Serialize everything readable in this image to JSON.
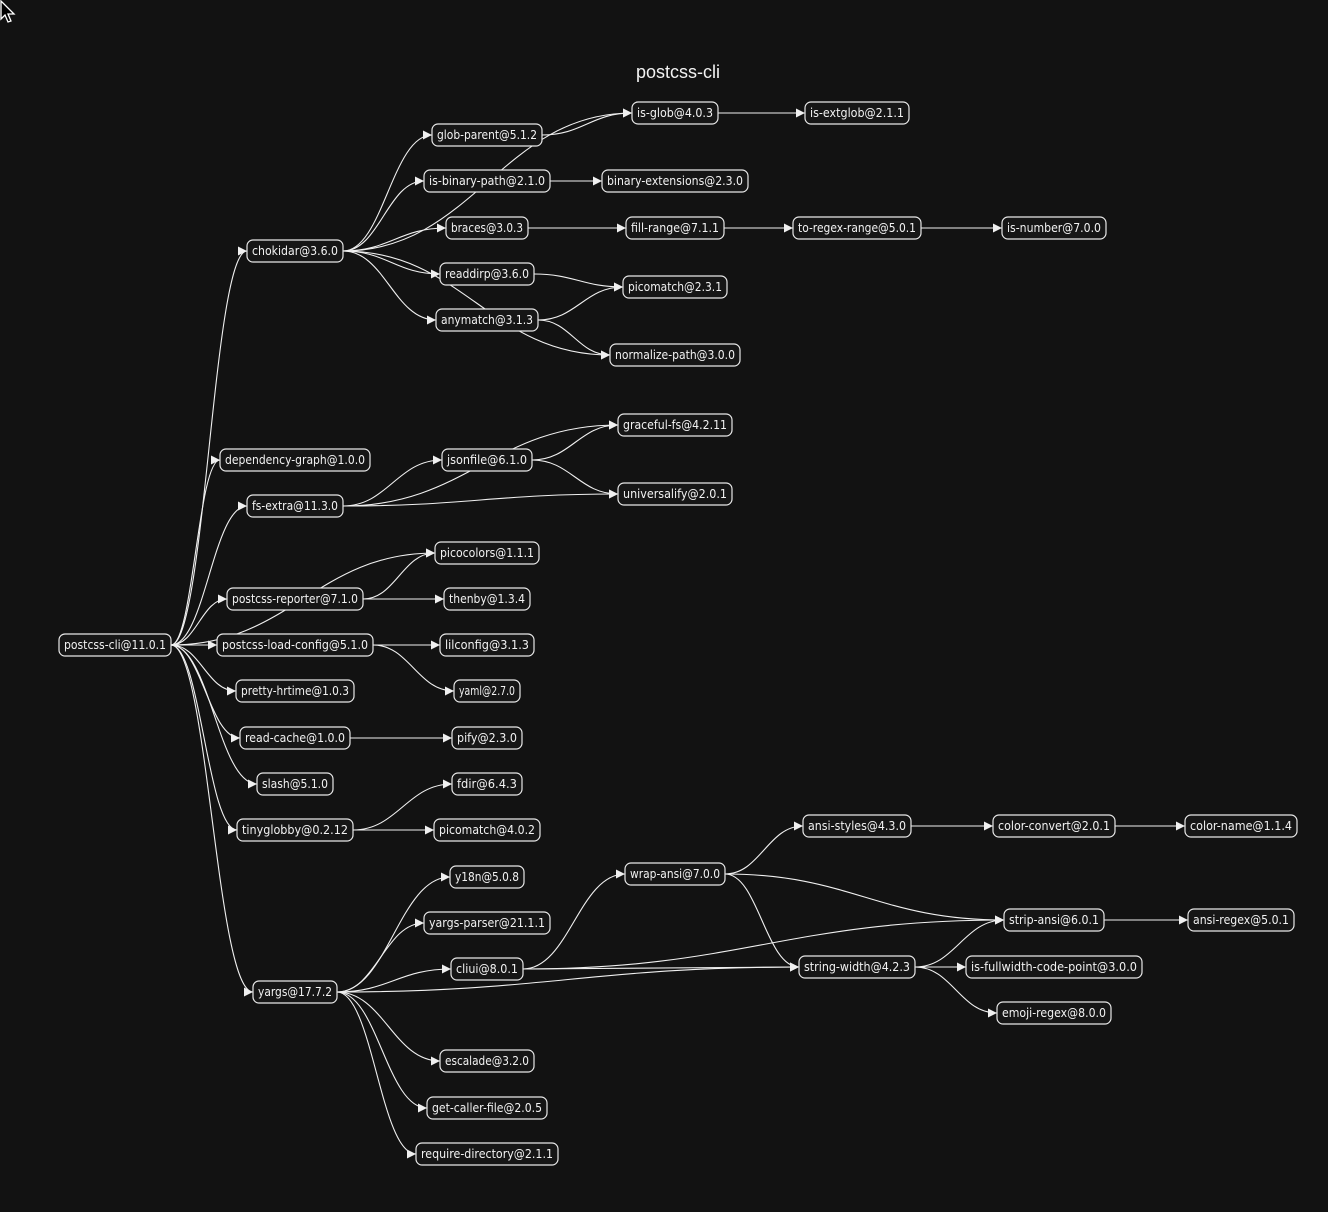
{
  "graph": {
    "title": "postcss-cli",
    "nodes": [
      {
        "id": "postcss-cli",
        "label": "postcss-cli@11.0.1"
      },
      {
        "id": "chokidar",
        "label": "chokidar@3.6.0"
      },
      {
        "id": "glob-parent",
        "label": "glob-parent@5.1.2"
      },
      {
        "id": "is-glob",
        "label": "is-glob@4.0.3"
      },
      {
        "id": "is-extglob",
        "label": "is-extglob@2.1.1"
      },
      {
        "id": "is-binary-path",
        "label": "is-binary-path@2.1.0"
      },
      {
        "id": "binary-extensions",
        "label": "binary-extensions@2.3.0"
      },
      {
        "id": "braces",
        "label": "braces@3.0.3"
      },
      {
        "id": "fill-range",
        "label": "fill-range@7.1.1"
      },
      {
        "id": "to-regex-range",
        "label": "to-regex-range@5.0.1"
      },
      {
        "id": "is-number",
        "label": "is-number@7.0.0"
      },
      {
        "id": "readdirp",
        "label": "readdirp@3.6.0"
      },
      {
        "id": "picomatch-231",
        "label": "picomatch@2.3.1"
      },
      {
        "id": "anymatch",
        "label": "anymatch@3.1.3"
      },
      {
        "id": "normalize-path",
        "label": "normalize-path@3.0.0"
      },
      {
        "id": "graceful-fs",
        "label": "graceful-fs@4.2.11"
      },
      {
        "id": "dependency-graph",
        "label": "dependency-graph@1.0.0"
      },
      {
        "id": "jsonfile",
        "label": "jsonfile@6.1.0"
      },
      {
        "id": "fs-extra",
        "label": "fs-extra@11.3.0"
      },
      {
        "id": "universalify",
        "label": "universalify@2.0.1"
      },
      {
        "id": "picocolors",
        "label": "picocolors@1.1.1"
      },
      {
        "id": "postcss-reporter",
        "label": "postcss-reporter@7.1.0"
      },
      {
        "id": "thenby",
        "label": "thenby@1.3.4"
      },
      {
        "id": "postcss-load-config",
        "label": "postcss-load-config@5.1.0"
      },
      {
        "id": "lilconfig",
        "label": "lilconfig@3.1.3"
      },
      {
        "id": "pretty-hrtime",
        "label": "pretty-hrtime@1.0.3"
      },
      {
        "id": "yaml",
        "label": "yaml@2.7.0"
      },
      {
        "id": "read-cache",
        "label": "read-cache@1.0.0"
      },
      {
        "id": "pify",
        "label": "pify@2.3.0"
      },
      {
        "id": "slash",
        "label": "slash@5.1.0"
      },
      {
        "id": "fdir",
        "label": "fdir@6.4.3"
      },
      {
        "id": "tinyglobby",
        "label": "tinyglobby@0.2.12"
      },
      {
        "id": "picomatch-402",
        "label": "picomatch@4.0.2"
      },
      {
        "id": "ansi-styles",
        "label": "ansi-styles@4.3.0"
      },
      {
        "id": "color-convert",
        "label": "color-convert@2.0.1"
      },
      {
        "id": "color-name",
        "label": "color-name@1.1.4"
      },
      {
        "id": "wrap-ansi",
        "label": "wrap-ansi@7.0.0"
      },
      {
        "id": "y18n",
        "label": "y18n@5.0.8"
      },
      {
        "id": "yargs-parser",
        "label": "yargs-parser@21.1.1"
      },
      {
        "id": "strip-ansi",
        "label": "strip-ansi@6.0.1"
      },
      {
        "id": "ansi-regex",
        "label": "ansi-regex@5.0.1"
      },
      {
        "id": "cliui",
        "label": "cliui@8.0.1"
      },
      {
        "id": "string-width",
        "label": "string-width@4.2.3"
      },
      {
        "id": "is-fullwidth-code-point",
        "label": "is-fullwidth-code-point@3.0.0"
      },
      {
        "id": "yargs",
        "label": "yargs@17.7.2"
      },
      {
        "id": "emoji-regex",
        "label": "emoji-regex@8.0.0"
      },
      {
        "id": "escalade",
        "label": "escalade@3.2.0"
      },
      {
        "id": "get-caller-file",
        "label": "get-caller-file@2.0.5"
      },
      {
        "id": "require-directory",
        "label": "require-directory@2.1.1"
      }
    ],
    "edges": [
      [
        "postcss-cli",
        "chokidar"
      ],
      [
        "postcss-cli",
        "dependency-graph"
      ],
      [
        "postcss-cli",
        "fs-extra"
      ],
      [
        "postcss-cli",
        "picocolors"
      ],
      [
        "postcss-cli",
        "postcss-reporter"
      ],
      [
        "postcss-cli",
        "postcss-load-config"
      ],
      [
        "postcss-cli",
        "pretty-hrtime"
      ],
      [
        "postcss-cli",
        "read-cache"
      ],
      [
        "postcss-cli",
        "slash"
      ],
      [
        "postcss-cli",
        "tinyglobby"
      ],
      [
        "postcss-cli",
        "yargs"
      ],
      [
        "chokidar",
        "is-glob"
      ],
      [
        "chokidar",
        "glob-parent"
      ],
      [
        "chokidar",
        "is-binary-path"
      ],
      [
        "chokidar",
        "braces"
      ],
      [
        "chokidar",
        "readdirp"
      ],
      [
        "chokidar",
        "anymatch"
      ],
      [
        "chokidar",
        "normalize-path"
      ],
      [
        "glob-parent",
        "is-glob"
      ],
      [
        "is-glob",
        "is-extglob"
      ],
      [
        "is-binary-path",
        "binary-extensions"
      ],
      [
        "braces",
        "fill-range"
      ],
      [
        "fill-range",
        "to-regex-range"
      ],
      [
        "to-regex-range",
        "is-number"
      ],
      [
        "readdirp",
        "picomatch-231"
      ],
      [
        "anymatch",
        "picomatch-231"
      ],
      [
        "anymatch",
        "normalize-path"
      ],
      [
        "fs-extra",
        "graceful-fs"
      ],
      [
        "fs-extra",
        "jsonfile"
      ],
      [
        "fs-extra",
        "universalify"
      ],
      [
        "jsonfile",
        "graceful-fs"
      ],
      [
        "jsonfile",
        "universalify"
      ],
      [
        "postcss-reporter",
        "picocolors"
      ],
      [
        "postcss-reporter",
        "thenby"
      ],
      [
        "postcss-load-config",
        "lilconfig"
      ],
      [
        "postcss-load-config",
        "yaml"
      ],
      [
        "read-cache",
        "pify"
      ],
      [
        "tinyglobby",
        "fdir"
      ],
      [
        "tinyglobby",
        "picomatch-402"
      ],
      [
        "yargs",
        "y18n"
      ],
      [
        "yargs",
        "yargs-parser"
      ],
      [
        "yargs",
        "cliui"
      ],
      [
        "yargs",
        "string-width"
      ],
      [
        "yargs",
        "escalade"
      ],
      [
        "yargs",
        "get-caller-file"
      ],
      [
        "yargs",
        "require-directory"
      ],
      [
        "cliui",
        "wrap-ansi"
      ],
      [
        "cliui",
        "strip-ansi"
      ],
      [
        "cliui",
        "string-width"
      ],
      [
        "wrap-ansi",
        "ansi-styles"
      ],
      [
        "wrap-ansi",
        "strip-ansi"
      ],
      [
        "wrap-ansi",
        "string-width"
      ],
      [
        "ansi-styles",
        "color-convert"
      ],
      [
        "color-convert",
        "color-name"
      ],
      [
        "strip-ansi",
        "ansi-regex"
      ],
      [
        "string-width",
        "strip-ansi"
      ],
      [
        "string-width",
        "is-fullwidth-code-point"
      ],
      [
        "string-width",
        "emoji-regex"
      ]
    ]
  }
}
